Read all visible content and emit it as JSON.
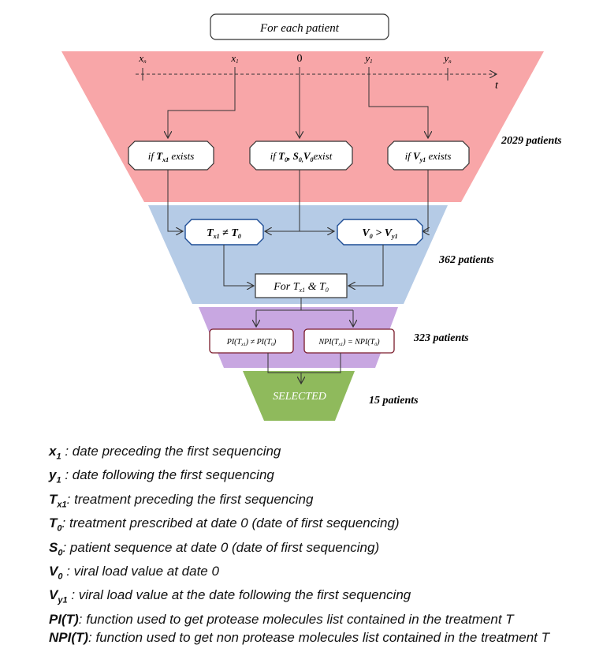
{
  "header": {
    "title": "For each patient"
  },
  "timeline": {
    "ticks": [
      "xn",
      "x1",
      "0",
      "y1",
      "yn"
    ],
    "axis_label": "t"
  },
  "conditions": {
    "tx1": {
      "prefix": "if ",
      "var": "T",
      "sub": "x1",
      "suffix": " exists"
    },
    "t0": {
      "prefix": "if ",
      "vars": "T0, S0,V0",
      "suffix": "exist"
    },
    "vy1": {
      "prefix": "if ",
      "var": "V",
      "sub": "y1",
      "suffix": " exists"
    }
  },
  "comparisons": {
    "t_neq": {
      "left": "T",
      "left_sub": "x1",
      "op": " ≠ ",
      "right": "T",
      "right_sub": "0"
    },
    "v_gt": {
      "left": "V",
      "left_sub": "0",
      "op": " > ",
      "right": "V",
      "right_sub": "y1"
    }
  },
  "for_box": {
    "text": "For T",
    "sub1": "x1",
    "mid": " & T",
    "sub2": "0"
  },
  "pi_boxes": {
    "pi": "PI(Tx1) ≠ PI(T0)",
    "npi": "NPI(Tx1) = NPI(T0)"
  },
  "selected": "SELECTED",
  "stages": [
    {
      "count": "2029 patients",
      "color": "#f8a6a8"
    },
    {
      "count": "362 patients",
      "color": "#b5cbe6"
    },
    {
      "count": "323 patients",
      "color": "#c8a7e1"
    },
    {
      "count": "15 patients",
      "color": "#8fba5c"
    }
  ],
  "legend": [
    {
      "term": "x",
      "sub": "1",
      "sep": " : ",
      "desc": "date preceding the first sequencing"
    },
    {
      "term": "y",
      "sub": "1",
      "sep": " : ",
      "desc": "date following the first sequencing"
    },
    {
      "term": "T",
      "sub": "x1",
      "sep": ":  ",
      "desc": "treatment preceding the first sequencing"
    },
    {
      "term": "T",
      "sub": "0",
      "sep": ": ",
      "desc": "treatment prescribed at date 0 (date of first sequencing)"
    },
    {
      "term": "S",
      "sub": "0",
      "sep": ": ",
      "desc": "patient sequence at date 0 (date of first sequencing)"
    },
    {
      "term": "V",
      "sub": "0",
      "sep": " : ",
      "desc": "viral load value at date 0"
    },
    {
      "term": "V",
      "sub": "y1",
      "sep": " : ",
      "desc": "viral load value at the date following the first sequencing"
    },
    {
      "term": "PI(T)",
      "sub": "",
      "sep": ": ",
      "desc": "function used to get protease molecules list contained in the treatment T"
    },
    {
      "term": "NPI(T)",
      "sub": "",
      "sep": ": ",
      "desc": "function used to get non protease molecules list contained in the treatment T"
    }
  ]
}
